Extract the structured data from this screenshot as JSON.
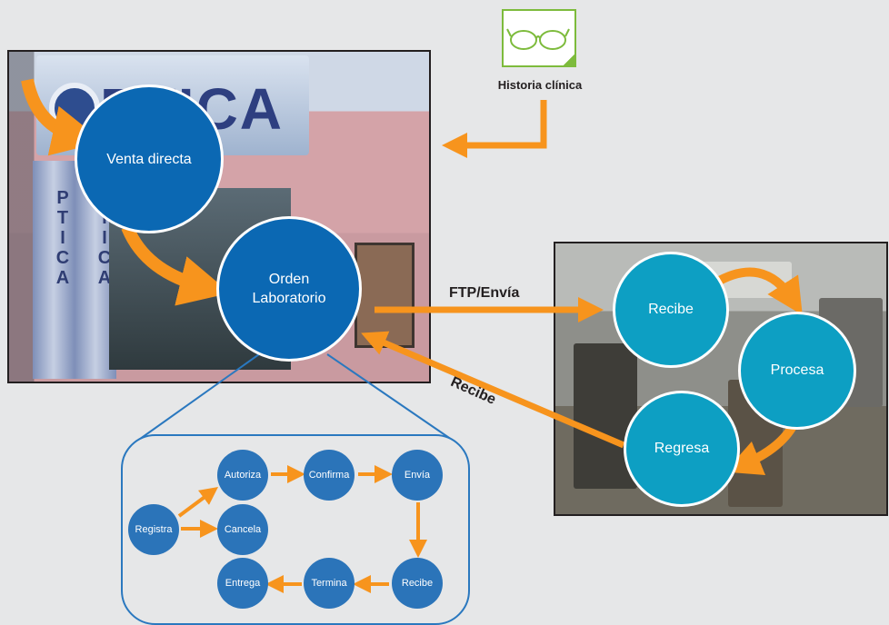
{
  "main_nodes": {
    "venta_directa": "Venta directa",
    "orden_laboratorio": "Orden\nLaboratorio"
  },
  "historia_clinica": {
    "label": "Historia clínica",
    "icon": "glasses-icon"
  },
  "links": {
    "envia": "FTP/Envía",
    "recibe": "Recibe"
  },
  "lab_cycle": {
    "recibe": "Recibe",
    "procesa": "Procesa",
    "regresa": "Regresa"
  },
  "process_flow": {
    "registra": "Registra",
    "autoriza": "Autoriza",
    "cancela": "Cancela",
    "confirma": "Confirma",
    "envia": "Envía",
    "recibe": "Recibe",
    "termina": "Termina",
    "entrega": "Entrega"
  },
  "photo_text": {
    "sign": "PTICA",
    "pillar": "PTICA"
  },
  "colors": {
    "node_blue": "#0b68b3",
    "lab_teal": "#0d9fc3",
    "small_blue": "#2b74b9",
    "arrow_orange": "#f7941d",
    "frame_green": "#7dbb3c"
  }
}
